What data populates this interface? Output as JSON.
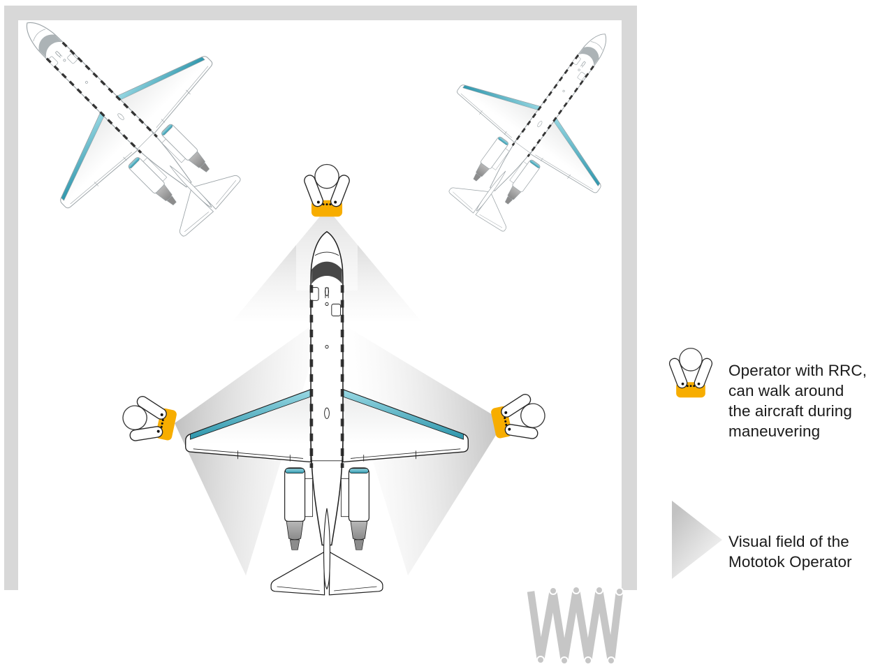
{
  "diagram": {
    "hangar": {
      "wall_color": "#d8d8d8",
      "door": {
        "type": "folding-door",
        "slats": 8,
        "color": "#c6c6c6",
        "position": "bottom-right"
      }
    },
    "aircraft": [
      {
        "id": "parked-aircraft-top-left"
      },
      {
        "id": "parked-aircraft-top-right"
      },
      {
        "id": "maneuvered-aircraft-center"
      }
    ],
    "operators": [
      {
        "id": "operator-top"
      },
      {
        "id": "operator-left"
      },
      {
        "id": "operator-right"
      }
    ],
    "colors": {
      "rrc_yellow": "#F7AD00",
      "leading_edge_teal": "#4AAFC3",
      "visual_field_gray": "#b8b8b8",
      "outline_gray": "#9aa2a6",
      "outline_black": "#1f1f1f"
    }
  },
  "legend": {
    "operator": {
      "label": "Operator with RRC,\ncan walk around\nthe aircraft during\nmaneuvering"
    },
    "visual_field": {
      "label": "Visual field of the\nMototok Operator"
    }
  }
}
